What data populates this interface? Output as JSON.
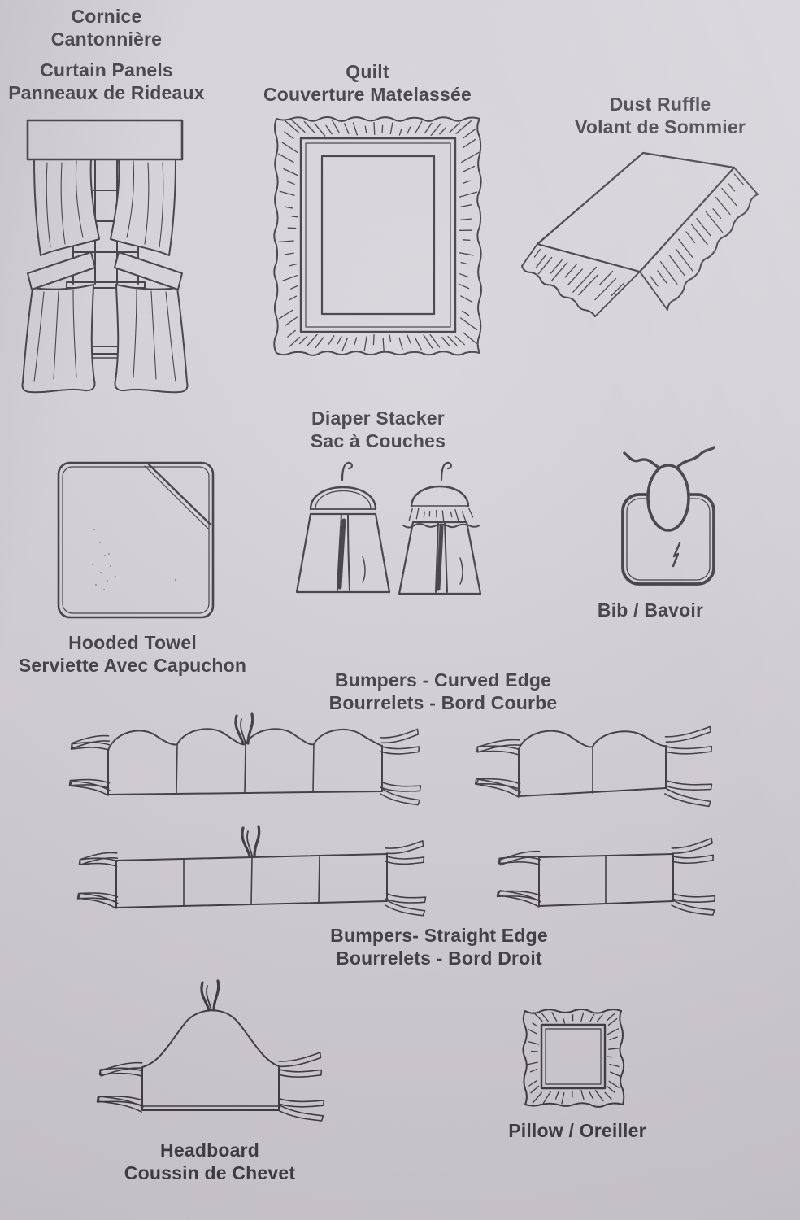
{
  "page": {
    "paper_color": "#d8d5da",
    "ink_color": "#332f35",
    "text_color": "#343139"
  },
  "labels": {
    "cornice_en": "Cornice",
    "cornice_fr": "Cantonnière",
    "curtain_panels_en": "Curtain Panels",
    "curtain_panels_fr": "Panneaux de Rideaux",
    "quilt_en": "Quilt",
    "quilt_fr": "Couverture Matelassée",
    "dust_ruffle_en": "Dust Ruffle",
    "dust_ruffle_fr": "Volant de Sommier",
    "diaper_stacker_en": "Diaper Stacker",
    "diaper_stacker_fr": "Sac à Couches",
    "hooded_towel_en": "Hooded Towel",
    "hooded_towel_fr": "Serviette Avec Capuchon",
    "bib": "Bib / Bavoir",
    "bumpers_curved_en": "Bumpers - Curved Edge",
    "bumpers_curved_fr": "Bourrelets - Bord Courbe",
    "bumpers_straight_en": "Bumpers- Straight Edge",
    "bumpers_straight_fr": "Bourrelets - Bord Droit",
    "headboard_en": "Headboard",
    "headboard_fr": "Coussin de Chevet",
    "pillow": "Pillow / Oreiller"
  }
}
